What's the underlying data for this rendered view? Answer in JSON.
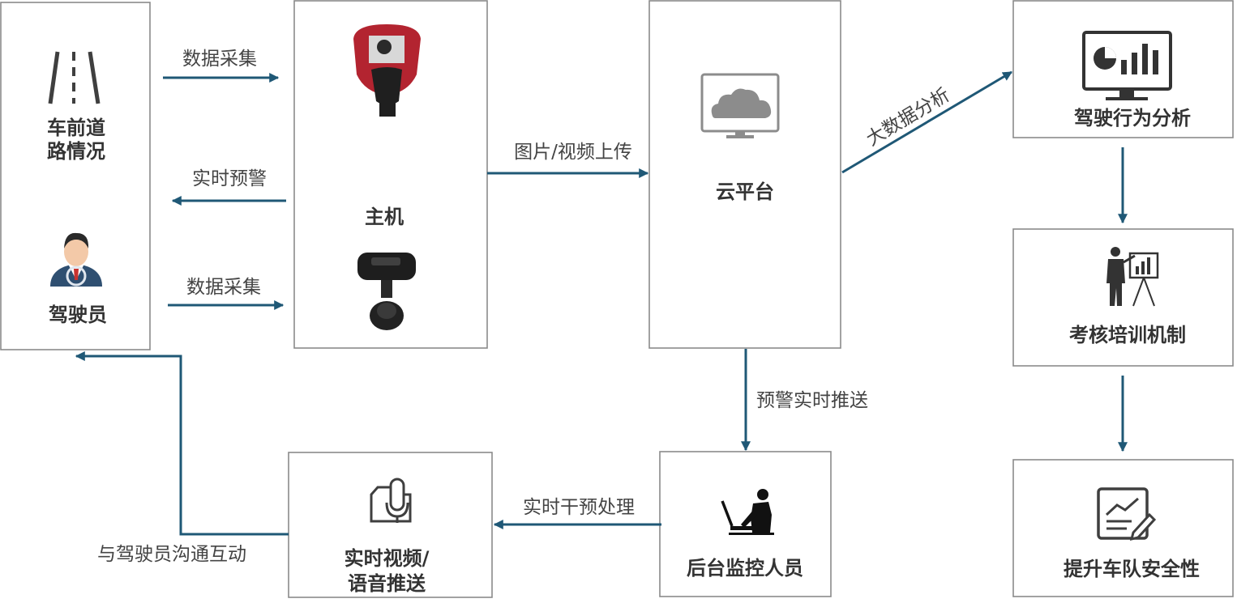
{
  "boxes": {
    "road": {
      "label_line1": "车前道",
      "label_line2": "路情况"
    },
    "driver": {
      "label": "驾驶员"
    },
    "host": {
      "label": "主机"
    },
    "cloud": {
      "label": "云平台"
    },
    "behavior": {
      "label": "驾驶行为分析"
    },
    "training": {
      "label": "考核培训机制"
    },
    "safety": {
      "label": "提升车队安全性"
    },
    "realtime": {
      "label_line1": "实时视频/",
      "label_line2": "语音推送"
    },
    "monitor": {
      "label": "后台监控人员"
    }
  },
  "arrows": {
    "collect_road": "数据采集",
    "warning": "实时预警",
    "collect_driver": "数据采集",
    "upload": "图片/视频上传",
    "bigdata": "大数据分析",
    "push": "预警实时推送",
    "intervene": "实时干预处理",
    "interact": "与驾驶员沟通互动"
  },
  "icons": {
    "road": "road-lanes-icon",
    "driver": "driver-avatar-icon",
    "host_camera": "dashcam-icon",
    "host_mount": "mounted-camera-icon",
    "cloud": "cloud-monitor-icon",
    "behavior": "analytics-monitor-icon",
    "training": "presenter-icon",
    "safety": "report-chart-icon",
    "realtime": "camera-microphone-icon",
    "monitor": "operator-laptop-icon"
  },
  "colors": {
    "arrow": "#1f5876",
    "border": "#8a8a8a",
    "text": "#333333"
  }
}
